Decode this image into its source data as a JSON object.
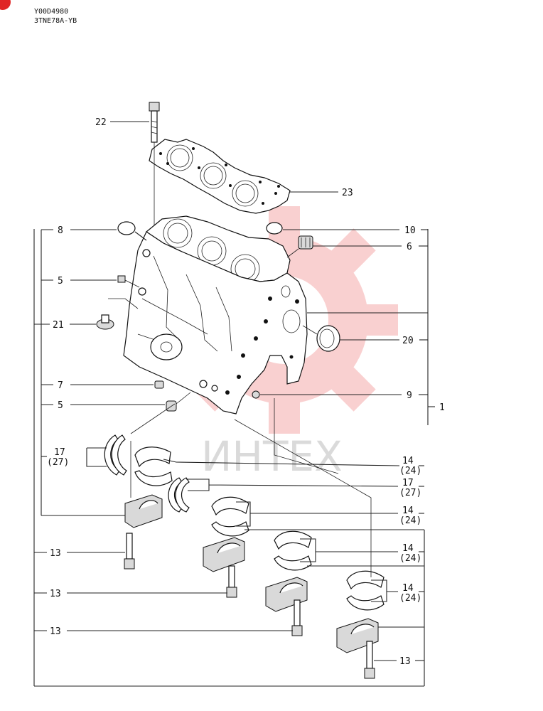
{
  "header": {
    "code": "Y00D4980",
    "model": "3TNE78A-YB"
  },
  "watermark": {
    "text": "ИНТЕХ",
    "color": "#e83030"
  },
  "callouts": {
    "c22": "22",
    "c23": "23",
    "c8": "8",
    "c10": "10",
    "c6": "6",
    "c5a": "5",
    "c21": "21",
    "c20": "20",
    "c7": "7",
    "c9": "9",
    "c5b": "5",
    "c1": "1",
    "c17a": "17",
    "c17a_alt": "(27)",
    "c14a": "14",
    "c14a_alt": "(24)",
    "c17b": "17",
    "c17b_alt": "(27)",
    "c14b": "14",
    "c14b_alt": "(24)",
    "c14c": "14",
    "c14c_alt": "(24)",
    "c14d": "14",
    "c14d_alt": "(24)",
    "c13a": "13",
    "c13b": "13",
    "c13c": "13",
    "c13d": "13"
  }
}
